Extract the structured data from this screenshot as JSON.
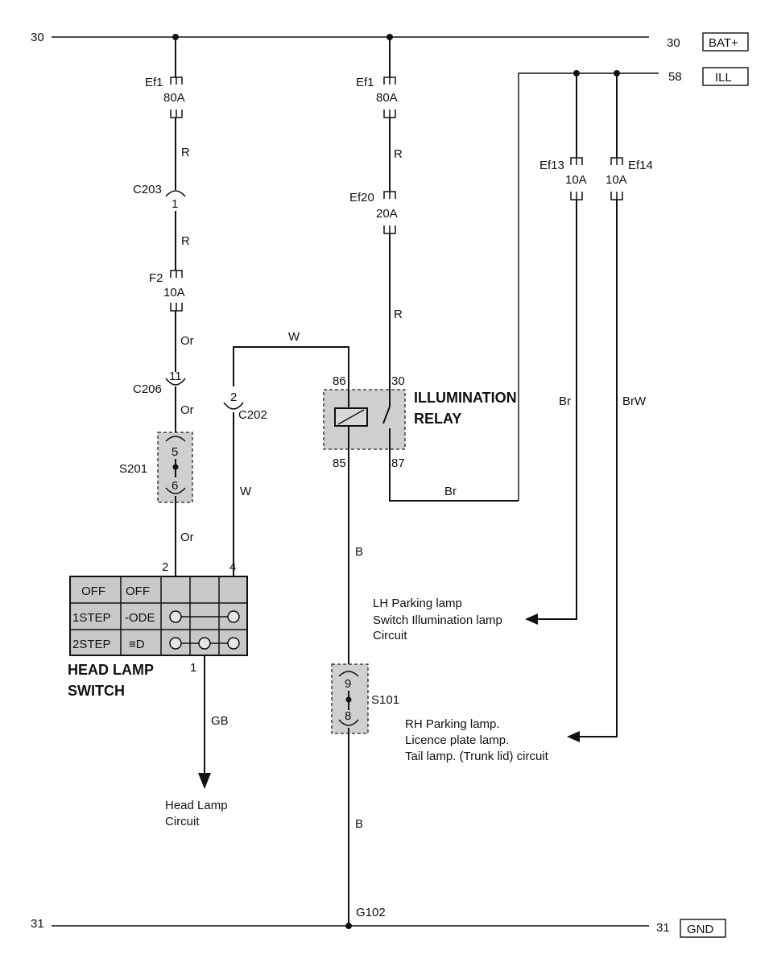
{
  "rails": {
    "top_left": "30",
    "top_right": "30",
    "bat": "BAT+",
    "ill_num": "58",
    "ill": "ILL",
    "bottom_left": "31",
    "bottom_right": "31",
    "gnd": "GND"
  },
  "fuses": {
    "ef1_left": "Ef1",
    "ef1_left_rating": "80A",
    "ef1_right": "Ef1",
    "ef1_right_rating": "80A",
    "ef20": "Ef20",
    "ef20_rating": "20A",
    "f2": "F2",
    "f2_rating": "10A",
    "ef13": "Ef13",
    "ef13_rating": "10A",
    "ef14": "Ef14",
    "ef14_rating": "10A"
  },
  "connectors": {
    "c203": "C203",
    "c203_pin": "1",
    "c206": "C206",
    "c206_pin": "11",
    "c202": "C202",
    "c202_pin": "2",
    "s201": "S201",
    "s201_pin_top": "5",
    "s201_pin_bottom": "6",
    "s101": "S101",
    "s101_pin_top": "9",
    "s101_pin_bottom": "8",
    "g102": "G102"
  },
  "wires": {
    "r1": "R",
    "r2": "R",
    "r3": "R",
    "r4": "R",
    "or1": "Or",
    "or2": "Or",
    "or3": "Or",
    "w_top": "W",
    "w_side": "W",
    "br_relay": "Br",
    "br_right": "Br",
    "brw": "BrW",
    "b1": "B",
    "b2": "B",
    "gb": "GB"
  },
  "relay": {
    "pin86": "86",
    "pin30": "30",
    "pin85": "85",
    "pin87": "87",
    "title_line1": "ILLUMINATION",
    "title_line2": "RELAY"
  },
  "switch": {
    "pin2": "2",
    "pin4": "4",
    "pin1": "1",
    "row1": "OFF",
    "row1b": "OFF",
    "row2": "1STEP",
    "row2b": "-ODE",
    "row3": "2STEP",
    "row3b": "≡D",
    "title_line1": "HEAD LAMP",
    "title_line2": "SWITCH"
  },
  "notes": {
    "lh_line1": "LH Parking lamp",
    "lh_line2": "Switch Illumination lamp",
    "lh_line3": "Circuit",
    "rh_line1": "RH Parking lamp.",
    "rh_line2": "Licence plate lamp.",
    "rh_line3": "Tail lamp. (Trunk lid) circuit",
    "head_line1": "Head Lamp",
    "head_line2": "Circuit"
  }
}
